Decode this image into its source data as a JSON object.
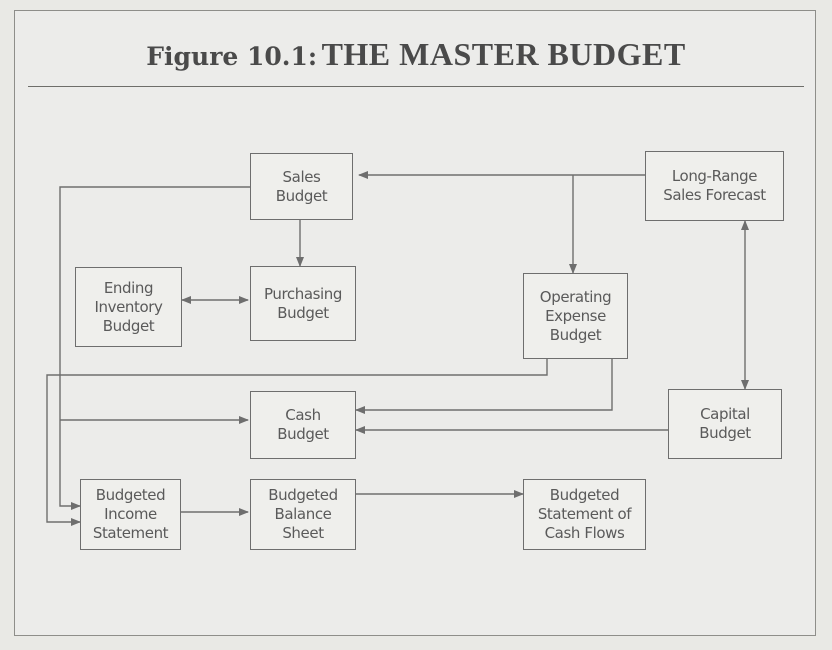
{
  "figure": {
    "label": "Figure 10.1:",
    "title": "THE MASTER BUDGET"
  },
  "nodes": {
    "sales": [
      "Sales",
      "Budget"
    ],
    "forecast": [
      "Long-Range",
      "Sales Forecast"
    ],
    "inventory": [
      "Ending",
      "Inventory",
      "Budget"
    ],
    "purchasing": [
      "Purchasing",
      "Budget"
    ],
    "opex": [
      "Operating",
      "Expense",
      "Budget"
    ],
    "cash": [
      "Cash",
      "Budget"
    ],
    "capital": [
      "Capital",
      "Budget"
    ],
    "income": [
      "Budgeted",
      "Income",
      "Statement"
    ],
    "balance": [
      "Budgeted",
      "Balance",
      "Sheet"
    ],
    "cashflows": [
      "Budgeted",
      "Statement of",
      "Cash Flows"
    ]
  },
  "colors": {
    "line": "#6e6e6e",
    "text": "#5a5a5a",
    "background": "#e9e9e5"
  }
}
